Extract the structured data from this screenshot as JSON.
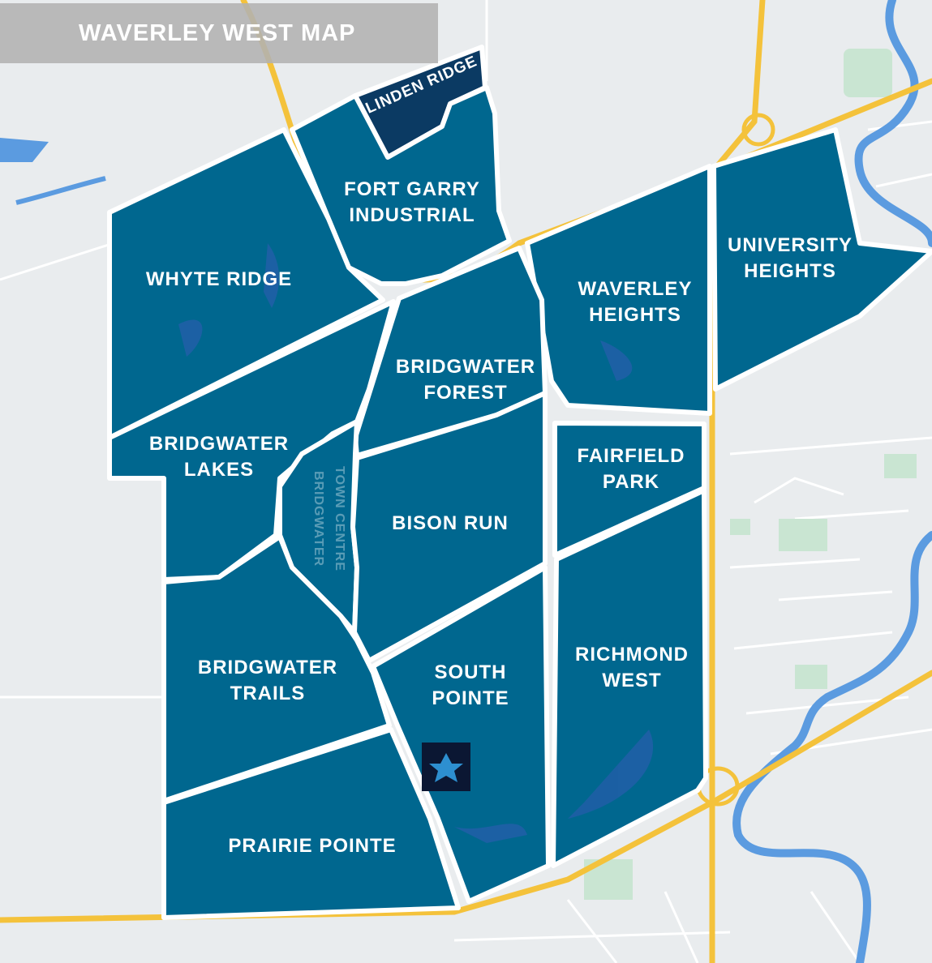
{
  "map": {
    "title": "WAVERLEY WEST MAP",
    "colors": {
      "background": "#e9ecee",
      "neighbourhood": "#00678f",
      "highlight": "#0b3a63",
      "boundary": "#ffffff",
      "highway": "#f4c23b",
      "river": "#5b9be0",
      "park": "#c9e5d2",
      "marker": "#0b1733",
      "marker_star": "#2d8fd0"
    },
    "neighbourhoods": [
      {
        "id": "linden-ridge",
        "label": "LINDEN RIDGE",
        "highlighted": true
      },
      {
        "id": "fort-garry-industrial",
        "label_lines": [
          "FORT GARRY",
          "INDUSTRIAL"
        ]
      },
      {
        "id": "whyte-ridge",
        "label_lines": [
          "WHYTE RIDGE"
        ]
      },
      {
        "id": "waverley-heights",
        "label_lines": [
          "WAVERLEY",
          "HEIGHTS"
        ]
      },
      {
        "id": "university-heights",
        "label_lines": [
          "UNIVERSITY",
          "HEIGHTS"
        ]
      },
      {
        "id": "bridgwater-forest",
        "label_lines": [
          "BRIDGWATER",
          "FOREST"
        ]
      },
      {
        "id": "bridgwater-lakes",
        "label_lines": [
          "BRIDGWATER",
          "LAKES"
        ]
      },
      {
        "id": "bison-run",
        "label_lines": [
          "BISON RUN"
        ]
      },
      {
        "id": "fairfield-park",
        "label_lines": [
          "FAIRFIELD",
          "PARK"
        ]
      },
      {
        "id": "bridgwater-trails",
        "label_lines": [
          "BRIDGWATER",
          "TRAILS"
        ]
      },
      {
        "id": "south-pointe",
        "label_lines": [
          "SOUTH",
          "POINTE"
        ]
      },
      {
        "id": "richmond-west",
        "label_lines": [
          "RICHMOND",
          "WEST"
        ]
      },
      {
        "id": "prairie-pointe",
        "label_lines": [
          "PRAIRIE POINTE"
        ]
      }
    ],
    "town_centre": {
      "label_lines": [
        "BRIDGWATER",
        "TOWN CENTRE"
      ]
    },
    "marker": {
      "icon": "star-icon",
      "neighbourhood": "south-pointe"
    }
  }
}
